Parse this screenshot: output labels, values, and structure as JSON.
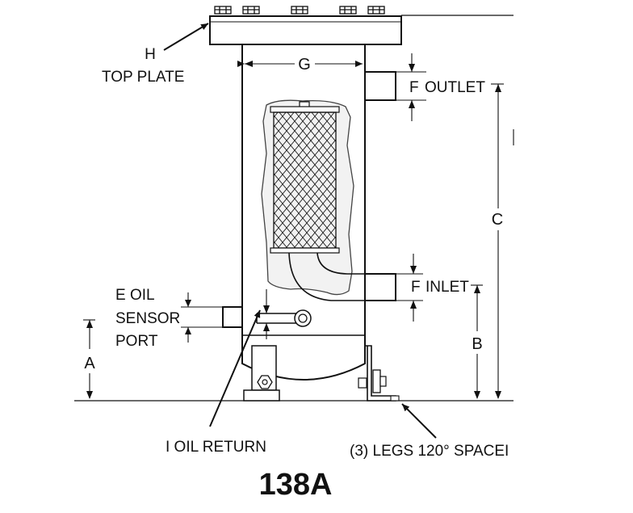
{
  "diagram": {
    "model_number": "138A",
    "callouts": {
      "top_plate_letter": "H",
      "top_plate_name": "TOP PLATE",
      "oil_sensor_line1": "E OIL",
      "oil_sensor_line2": "SENSOR",
      "oil_sensor_line3": "PORT",
      "oil_return": "I OIL RETURN",
      "legs": "(3) LEGS 120° SPACEI",
      "outlet_letter": "F",
      "outlet_name": "OUTLET",
      "inlet_letter": "F",
      "inlet_name": "INLET"
    },
    "dimensions": {
      "width": "G",
      "overall_height": "C",
      "inlet_height": "B",
      "sensor_height": "A"
    }
  }
}
